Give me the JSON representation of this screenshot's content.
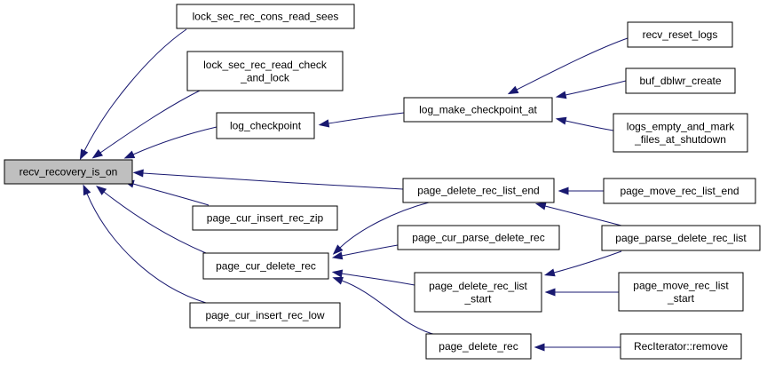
{
  "diagram": {
    "type": "call-graph",
    "nodes": [
      {
        "id": "recv_recovery_is_on",
        "lines": [
          "recv_recovery_is_on"
        ],
        "root": true
      },
      {
        "id": "lock_sec_rec_cons_read_sees",
        "lines": [
          "lock_sec_rec_cons_read_sees"
        ]
      },
      {
        "id": "lock_sec_rec_read_check_and_lock",
        "lines": [
          "lock_sec_rec_read_check",
          "_and_lock"
        ]
      },
      {
        "id": "log_checkpoint",
        "lines": [
          "log_checkpoint"
        ]
      },
      {
        "id": "page_cur_insert_rec_zip",
        "lines": [
          "page_cur_insert_rec_zip"
        ]
      },
      {
        "id": "page_cur_delete_rec",
        "lines": [
          "page_cur_delete_rec"
        ]
      },
      {
        "id": "page_cur_insert_rec_low",
        "lines": [
          "page_cur_insert_rec_low"
        ]
      },
      {
        "id": "log_make_checkpoint_at",
        "lines": [
          "log_make_checkpoint_at"
        ]
      },
      {
        "id": "page_delete_rec_list_end",
        "lines": [
          "page_delete_rec_list_end"
        ]
      },
      {
        "id": "page_cur_parse_delete_rec",
        "lines": [
          "page_cur_parse_delete_rec"
        ]
      },
      {
        "id": "page_delete_rec_list_start",
        "lines": [
          "page_delete_rec_list",
          "_start"
        ]
      },
      {
        "id": "page_delete_rec",
        "lines": [
          "page_delete_rec"
        ]
      },
      {
        "id": "recv_reset_logs",
        "lines": [
          "recv_reset_logs"
        ]
      },
      {
        "id": "buf_dblwr_create",
        "lines": [
          "buf_dblwr_create"
        ]
      },
      {
        "id": "logs_empty_and_mark_files_at_shutdown",
        "lines": [
          "logs_empty_and_mark",
          "_files_at_shutdown"
        ]
      },
      {
        "id": "page_move_rec_list_end",
        "lines": [
          "page_move_rec_list_end"
        ]
      },
      {
        "id": "page_parse_delete_rec_list",
        "lines": [
          "page_parse_delete_rec_list"
        ]
      },
      {
        "id": "page_move_rec_list_start",
        "lines": [
          "page_move_rec_list",
          "_start"
        ]
      },
      {
        "id": "RecIterator_remove",
        "lines": [
          "RecIterator::remove"
        ]
      }
    ],
    "edges": [
      {
        "from": "lock_sec_rec_cons_read_sees",
        "to": "recv_recovery_is_on"
      },
      {
        "from": "lock_sec_rec_read_check_and_lock",
        "to": "recv_recovery_is_on"
      },
      {
        "from": "log_checkpoint",
        "to": "recv_recovery_is_on"
      },
      {
        "from": "page_delete_rec_list_end",
        "to": "recv_recovery_is_on"
      },
      {
        "from": "page_cur_insert_rec_zip",
        "to": "recv_recovery_is_on"
      },
      {
        "from": "page_cur_delete_rec",
        "to": "recv_recovery_is_on"
      },
      {
        "from": "page_cur_insert_rec_low",
        "to": "recv_recovery_is_on"
      },
      {
        "from": "log_make_checkpoint_at",
        "to": "log_checkpoint"
      },
      {
        "from": "recv_reset_logs",
        "to": "log_make_checkpoint_at"
      },
      {
        "from": "buf_dblwr_create",
        "to": "log_make_checkpoint_at"
      },
      {
        "from": "logs_empty_and_mark_files_at_shutdown",
        "to": "log_make_checkpoint_at"
      },
      {
        "from": "page_delete_rec_list_end",
        "to": "page_cur_delete_rec"
      },
      {
        "from": "page_cur_parse_delete_rec",
        "to": "page_cur_delete_rec"
      },
      {
        "from": "page_delete_rec_list_start",
        "to": "page_cur_delete_rec"
      },
      {
        "from": "page_delete_rec",
        "to": "page_cur_delete_rec"
      },
      {
        "from": "page_move_rec_list_end",
        "to": "page_delete_rec_list_end"
      },
      {
        "from": "page_parse_delete_rec_list",
        "to": "page_delete_rec_list_end"
      },
      {
        "from": "page_parse_delete_rec_list",
        "to": "page_delete_rec_list_start"
      },
      {
        "from": "page_move_rec_list_start",
        "to": "page_delete_rec_list_start"
      },
      {
        "from": "RecIterator_remove",
        "to": "page_delete_rec"
      }
    ]
  }
}
